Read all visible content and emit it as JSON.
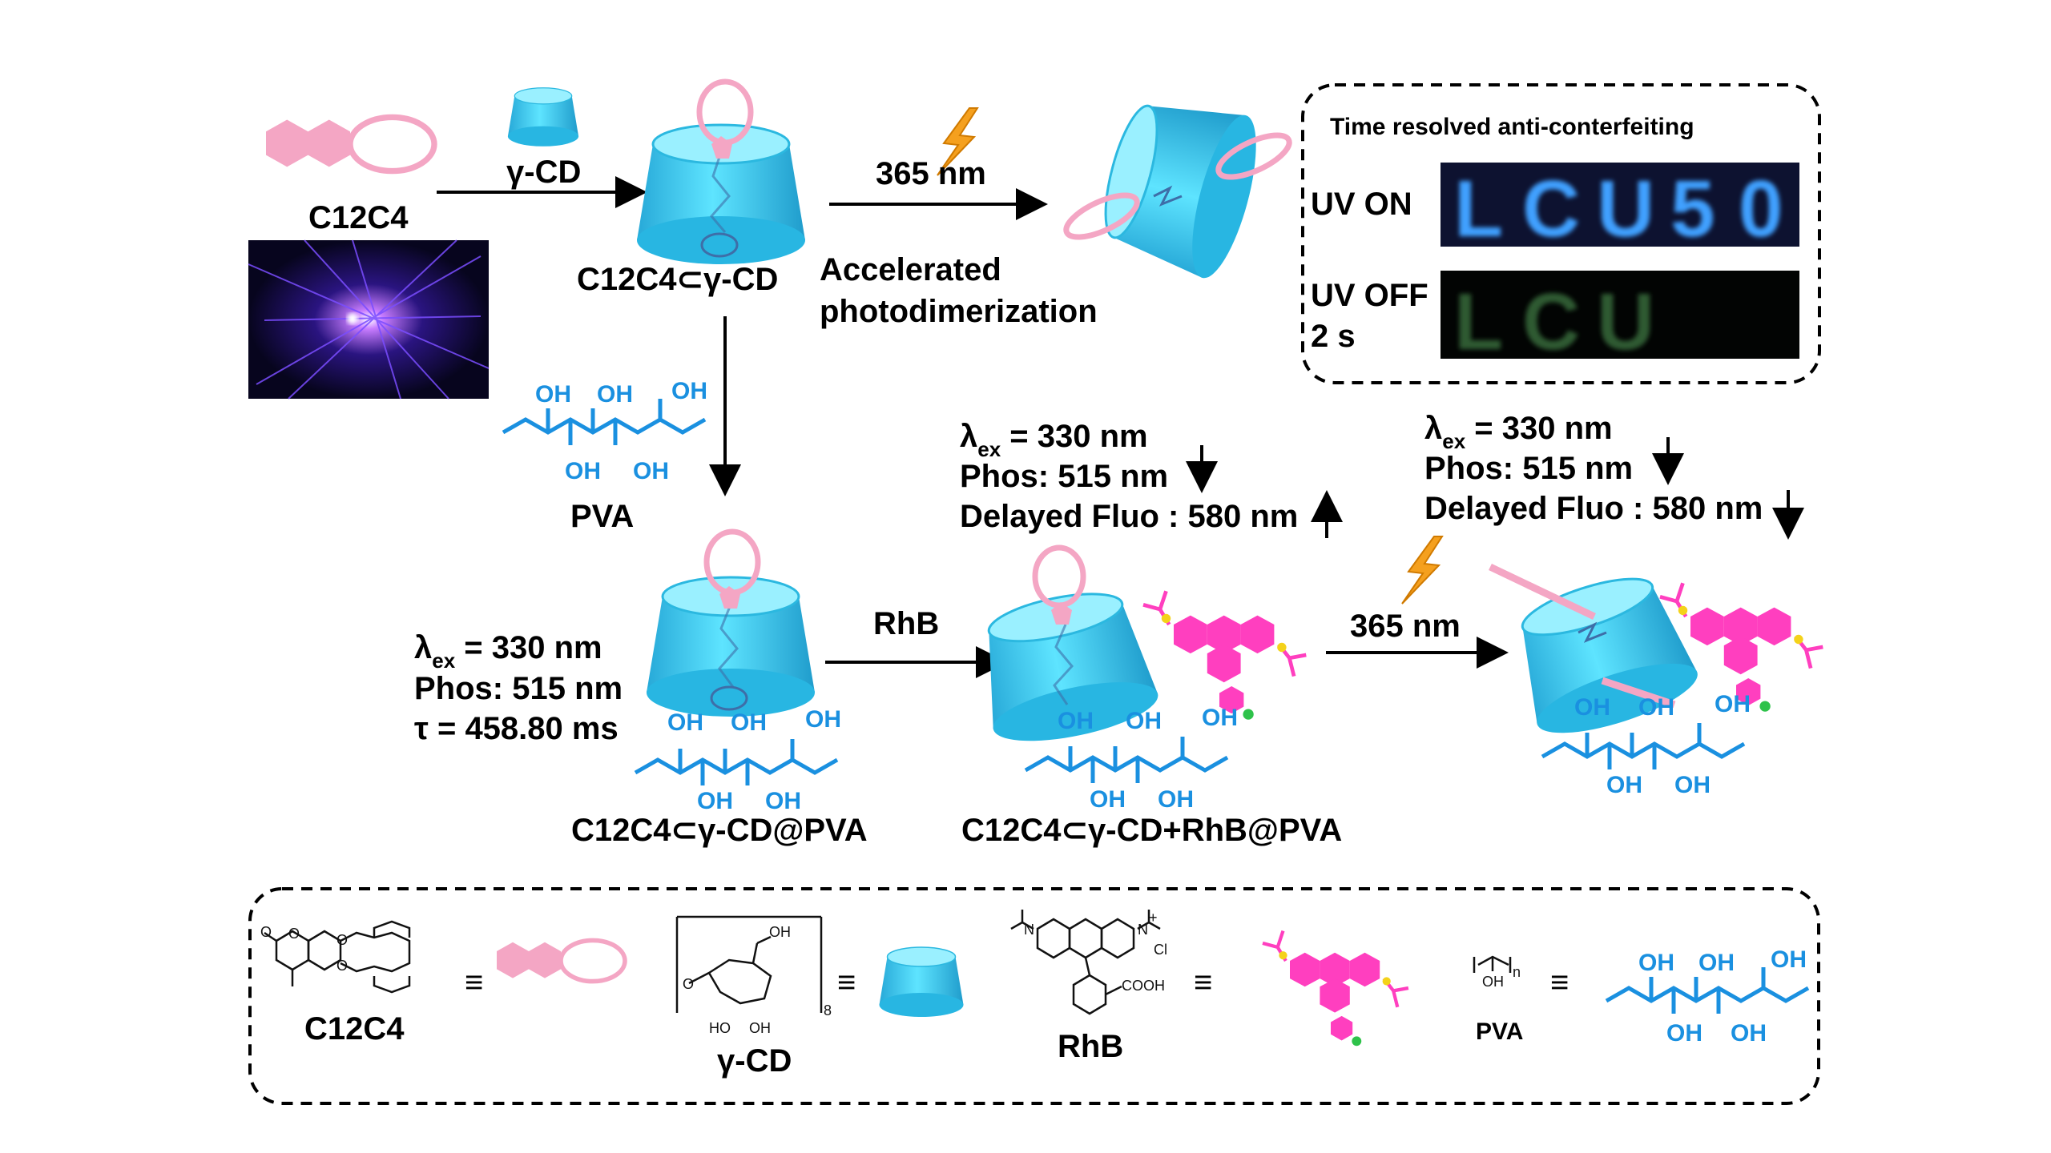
{
  "labels": {
    "c12c4": "C12C4",
    "gamma_cd_arrow": "γ-CD",
    "complex": "C12C4⊂γ-CD",
    "nm365_top": "365 nm",
    "accelerated_1": "Accelerated",
    "accelerated_2": "photodimerization",
    "pva": "PVA",
    "rhb": "RhB",
    "nm365_bottom": "365 nm",
    "complex_pva": "C12C4⊂γ-CD@PVA",
    "complex_rhb_pva": "C12C4⊂γ-CD+RhB@PVA"
  },
  "anticounterfeit": {
    "title": "Time resolved anti-conterfeiting",
    "uv_on": "UV ON",
    "uv_off": "UV OFF",
    "uv_off_time": "2 s",
    "letters_on": [
      "L",
      "C",
      "U",
      "5",
      "0"
    ],
    "letters_off": [
      "L",
      "C",
      "U"
    ]
  },
  "props_left": {
    "lambda": "λ",
    "lambda_sub": "ex",
    "lambda_val": " = 330 nm",
    "phos": "Phos: 515 nm",
    "tau": "τ = 458.80 ms"
  },
  "props_mid": {
    "lambda": "λ",
    "lambda_sub": "ex",
    "lambda_val": " = 330 nm",
    "phos": "Phos: 515 nm",
    "phos_trend": "down",
    "delayed": "Delayed Fluo : 580 nm",
    "delayed_trend": "up"
  },
  "props_right": {
    "lambda": "λ",
    "lambda_sub": "ex",
    "lambda_val": " = 330 nm",
    "phos": "Phos: 515 nm",
    "phos_trend": "down",
    "delayed": "Delayed Fluo : 580 nm",
    "delayed_trend": "down"
  },
  "oh": "OH",
  "legend": {
    "c12c4": "C12C4",
    "gamma_cd": "γ-CD",
    "rhb": "RhB",
    "pva": "PVA",
    "equiv": "≡",
    "chem_o": "O",
    "chem_oh": "OH",
    "chem_ho": "HO",
    "chem_n": "N",
    "chem_nplus": "N",
    "chem_plus": "+",
    "chem_cl": "Cl",
    "chem_cooh": "COOH",
    "chem_repeat": "8",
    "chem_n_sub": "n"
  },
  "colors": {
    "cyclodextrin": "#3fd0f2",
    "guest": "#f4a6c4",
    "rhb_dye": "#ff3fbf",
    "pva_chain": "#1a90e0",
    "nitrogen_dot": "#f4d21a",
    "carboxyl_dot": "#2ec24a",
    "lightning": "#f5a01e"
  }
}
